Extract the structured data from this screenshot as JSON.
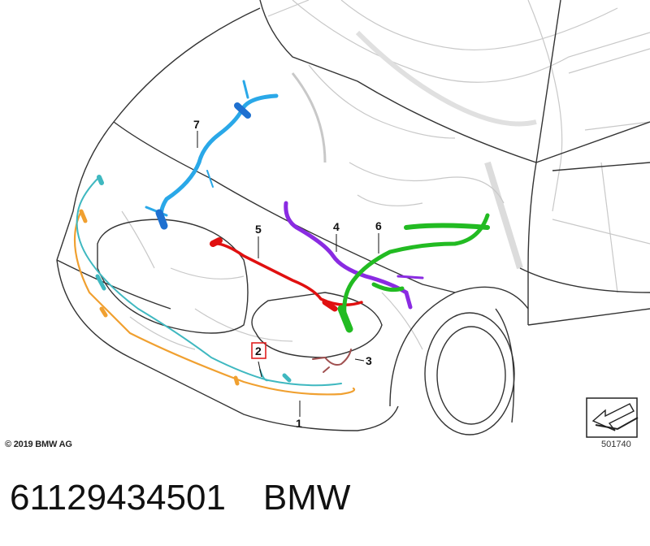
{
  "diagram": {
    "callouts": [
      {
        "id": "1",
        "label": "1",
        "color": "#f0a030",
        "highlighted": false
      },
      {
        "id": "2",
        "label": "2",
        "color": "#3fb8c0",
        "highlighted": true
      },
      {
        "id": "3",
        "label": "3",
        "color": "#a05050",
        "highlighted": false
      },
      {
        "id": "4",
        "label": "4",
        "color": "#8a2be2",
        "highlighted": false
      },
      {
        "id": "5",
        "label": "5",
        "color": "#e01010",
        "highlighted": false
      },
      {
        "id": "6",
        "label": "6",
        "color": "#22bb22",
        "highlighted": false
      },
      {
        "id": "7",
        "label": "7",
        "color": "#2aa8e8",
        "highlighted": false
      }
    ],
    "copyright": "© 2019 BMW AG",
    "diagram_number": "501740",
    "highlight_color": "#e02020"
  },
  "footer": {
    "part_number": "61129434501",
    "brand": "BMW"
  }
}
